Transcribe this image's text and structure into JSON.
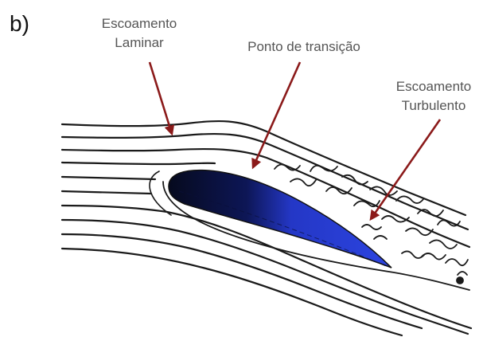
{
  "panel_label": "b)",
  "annotations": {
    "laminar": {
      "line1": "Escoamento",
      "line2": "Laminar"
    },
    "transition": {
      "line1": "Ponto de transição"
    },
    "turbulent": {
      "line1": "Escoamento",
      "line2": "Turbulento"
    }
  },
  "colors": {
    "arrow": "#8b1a1a",
    "airfoil_dark": "#070b22",
    "airfoil_light": "#2b3fd6",
    "streamline": "#1a1a1a",
    "label_text": "#555555"
  }
}
